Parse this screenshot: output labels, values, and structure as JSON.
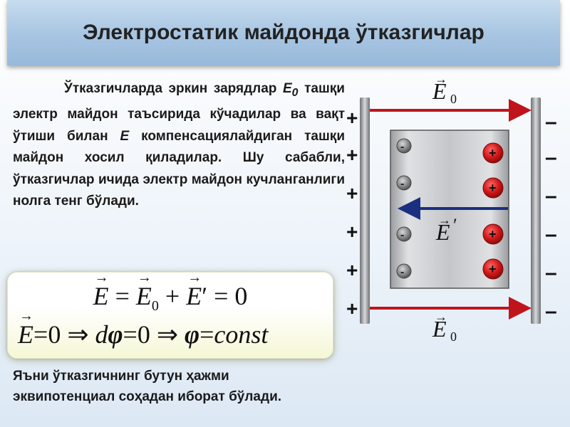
{
  "title": "Электростатик майдонда ўтказгичлар",
  "paragraph": {
    "part1": "Ўтказгичларда эркин зарядлар ",
    "sym": "E",
    "sub": "0",
    "part2": " ташқи электр майдон таъсирида кўчадилар ва вақт ўтиши билан ",
    "sym2": "E",
    "part3": " компенсациялайдиган ташқи майдон хосил қиладилар. Шу сабабли, ўтказгичлар ичида электр майдон кучланганлиги нолга тенг бўлади."
  },
  "formulas": {
    "line1": {
      "E": "E",
      "eq": "=",
      "E0": "E",
      "sub0": "0",
      "plus": "+",
      "Ep": "E",
      "prime": "′",
      "eq2": "=",
      "zero": "0"
    },
    "line2": {
      "E": "E",
      "eq": "=",
      "zero": "0",
      "implies1": "⇒",
      "d": "d",
      "phi": "φ",
      "eq2": "=",
      "zero2": "0",
      "implies2": "⇒",
      "phi2": "φ",
      "eq3": "=",
      "const": "const"
    }
  },
  "conclusion": {
    "line1": "Яъни ўтказгичнинг бутун ҳажми",
    "line2": "эквипотенциал соҳадан иборат бўлади."
  },
  "diagram": {
    "label_top": {
      "sym": "E",
      "sub": "0"
    },
    "label_bottom": {
      "sym": "E",
      "sub": "0"
    },
    "label_inner": {
      "sym": "E",
      "prime": "′"
    },
    "plus_sign": "+",
    "minus_sign": "–",
    "neg_charge": "-",
    "pos_charge": "+",
    "colors": {
      "field_arrow": "#c0141c",
      "induced_arrow": "#1a2f80",
      "plate": "#8e9094",
      "positive_charge": "#d01818",
      "negative_charge": "#7d7d7d"
    }
  }
}
